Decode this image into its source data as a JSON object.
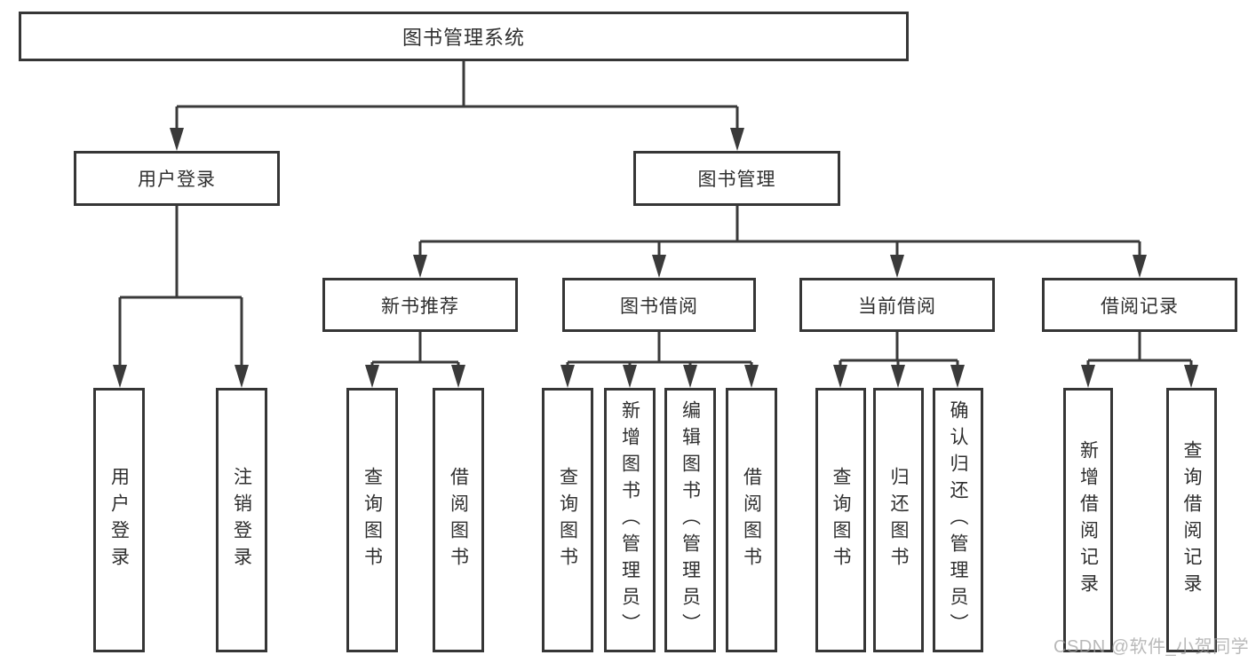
{
  "tree": {
    "label": "图书管理系统",
    "children": [
      {
        "label": "用户登录",
        "children": [
          {
            "label": "用户登录"
          },
          {
            "label": "注销登录"
          }
        ]
      },
      {
        "label": "图书管理",
        "children": [
          {
            "label": "新书推荐",
            "children": [
              {
                "label": "查询图书"
              },
              {
                "label": "借阅图书"
              }
            ]
          },
          {
            "label": "图书借阅",
            "children": [
              {
                "label": "查询图书"
              },
              {
                "label": "新增图书（管理员）"
              },
              {
                "label": "编辑图书（管理员）"
              },
              {
                "label": "借阅图书"
              }
            ]
          },
          {
            "label": "当前借阅",
            "children": [
              {
                "label": "查询图书"
              },
              {
                "label": "归还图书"
              },
              {
                "label": "确认归还（管理员）"
              }
            ]
          },
          {
            "label": "借阅记录",
            "children": [
              {
                "label": "新增借阅记录"
              },
              {
                "label": "查询借阅记录"
              }
            ]
          }
        ]
      }
    ]
  },
  "watermark": {
    "text": "CSDN @软件_小贺同学"
  },
  "colors": {
    "line": "#3a3a3a",
    "box_border": "#363636",
    "text": "#2f2f2f",
    "background": "#ffffff",
    "watermark": "#9f9f9f"
  }
}
